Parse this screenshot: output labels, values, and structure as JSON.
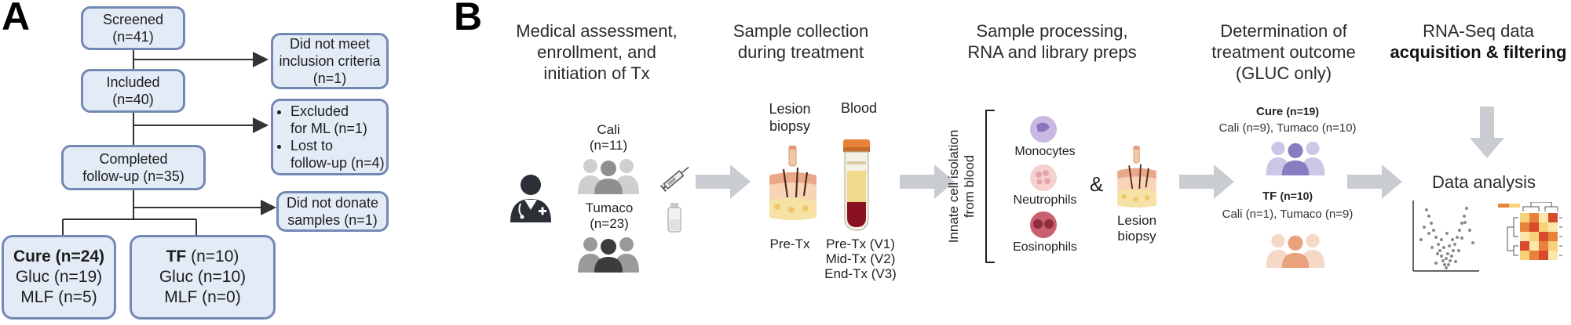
{
  "panel_a": {
    "letter": "A",
    "screened": {
      "title": "Screened",
      "count": "(n=41)"
    },
    "not_meet": {
      "line1": "Did not meet",
      "line2": "inclusion criteria",
      "line3": "(n=1)"
    },
    "included": {
      "title": "Included",
      "count": "(n=40)"
    },
    "excluded": {
      "item1_line1": "Excluded",
      "item1_line2": "for ML (n=1)",
      "item2_line1": "Lost to",
      "item2_line2": "follow-up (n=4)"
    },
    "completed": {
      "line1": "Completed",
      "line2": "follow-up (n=35)"
    },
    "not_donate": {
      "line1": "Did not donate",
      "line2": "samples (n=1)"
    },
    "cure": {
      "title": "Cure (n=24)",
      "line1": "Gluc (n=19)",
      "line2": "MLF (n=5)"
    },
    "tf": {
      "title_bold": "TF",
      "title_rest": "(n=10)",
      "line1": "Gluc (n=10)",
      "line2": "MLF (n=0)"
    }
  },
  "panel_b": {
    "letter": "B",
    "stages": [
      {
        "line1": "Medical assessment,",
        "line2": "enrollment, and",
        "line3": "initiation of Tx"
      },
      {
        "line1": "Sample collection",
        "line2": "during treatment"
      },
      {
        "line1": "Sample processing,",
        "line2": "RNA and library preps"
      },
      {
        "line1": "Determination of",
        "line2": "treatment outcome",
        "line3": "(GLUC only)"
      },
      {
        "line1": "RNA-Seq data",
        "line2": "acquisition & filtering"
      }
    ],
    "cali": {
      "name": "Cali",
      "count": "(n=11)"
    },
    "tumaco": {
      "name": "Tumaco",
      "count": "(n=23)"
    },
    "lesion_biopsy": {
      "line1": "Lesion",
      "line2": "biopsy"
    },
    "blood": "Blood",
    "pre_tx": "Pre-Tx",
    "blood_times": {
      "v1": "Pre-Tx (V1)",
      "v2": "Mid-Tx (V2)",
      "v3": "End-Tx (V3)"
    },
    "innate": {
      "line1": "Innate cell isolation",
      "line2": "from blood"
    },
    "cells": {
      "monocytes": "Monocytes",
      "neutrophils": "Neutrophils",
      "eosinophils": "Eosinophils"
    },
    "ampersand": "&",
    "lesion_biopsy_2": {
      "line1": "Lesion",
      "line2": "biopsy"
    },
    "cure": {
      "title": "Cure",
      "count": "(n=19)",
      "detail": "Cali (n=9), Tumaco (n=10)"
    },
    "tf": {
      "title": "TF",
      "count": "(n=10)",
      "detail": "Cali (n=1), Tumaco (n=9)"
    },
    "data_analysis": "Data analysis"
  },
  "colors": {
    "box_fill": "#e3ebf6",
    "box_border": "#7389b3",
    "cure_purple": "#8a7cc0",
    "tf_orange": "#e8a27c",
    "arrow_gray": "#c9ccd0"
  }
}
